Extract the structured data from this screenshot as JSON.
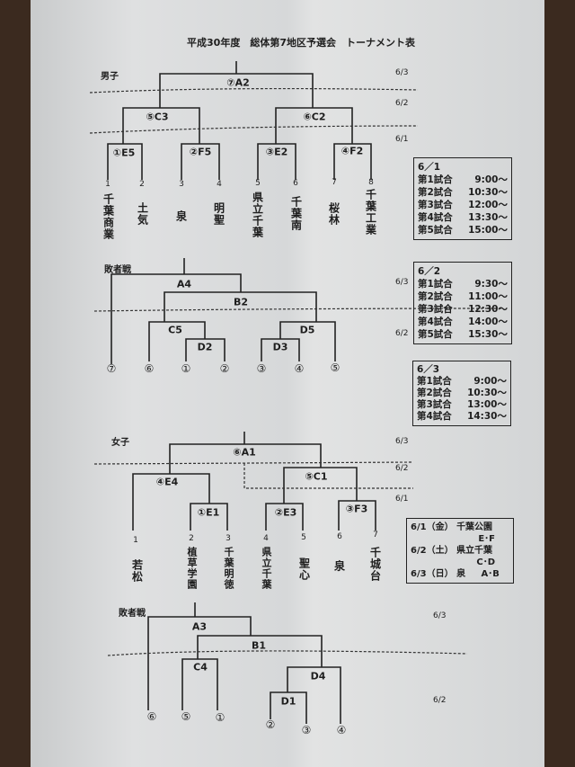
{
  "title": "平成30年度　総体第7地区予選会　トーナメント表",
  "boys": {
    "label": "男子",
    "dates": [
      "6/3",
      "6/2",
      "6/1"
    ],
    "matches": {
      "final": "⑦A2",
      "semi_left": "⑤C3",
      "semi_right": "⑥C2",
      "q1": "①E5",
      "q2": "②F5",
      "q3": "③E2",
      "q4": "④F2"
    },
    "teams": [
      {
        "no": "1",
        "name": "千葉商業"
      },
      {
        "no": "2",
        "name": "土気"
      },
      {
        "no": "3",
        "name": "泉"
      },
      {
        "no": "4",
        "name": "明聖"
      },
      {
        "no": "5",
        "name": "県立千葉"
      },
      {
        "no": "6",
        "name": "千葉南"
      },
      {
        "no": "7",
        "name": "桜林"
      },
      {
        "no": "8",
        "name": "千葉工業"
      }
    ],
    "consolation": {
      "label": "敗者戦",
      "dates": [
        "6/3",
        "6/2"
      ],
      "matches": {
        "a": "A4",
        "b": "B2",
        "c": "C5",
        "d2": "D2",
        "d3": "D3",
        "d5": "D5"
      },
      "entries": [
        "⑦",
        "⑥",
        "①",
        "②",
        "③",
        "④",
        "⑤"
      ]
    }
  },
  "schedules": [
    {
      "date": "6／1",
      "games": [
        {
          "label": "第1試合",
          "time": "9:00～"
        },
        {
          "label": "第2試合",
          "time": "10:30～"
        },
        {
          "label": "第3試合",
          "time": "12:00～"
        },
        {
          "label": "第4試合",
          "time": "13:30～"
        },
        {
          "label": "第5試合",
          "time": "15:00～"
        }
      ]
    },
    {
      "date": "6／2",
      "games": [
        {
          "label": "第1試合",
          "time": "9:30～"
        },
        {
          "label": "第2試合",
          "time": "11:00～"
        },
        {
          "label": "第3試合",
          "time": "12:30～"
        },
        {
          "label": "第4試合",
          "time": "14:00～"
        },
        {
          "label": "第5試合",
          "time": "15:30～"
        }
      ]
    },
    {
      "date": "6／3",
      "games": [
        {
          "label": "第1試合",
          "time": "9:00～"
        },
        {
          "label": "第2試合",
          "time": "10:30～"
        },
        {
          "label": "第3試合",
          "time": "13:00～"
        },
        {
          "label": "第4試合",
          "time": "14:30～"
        }
      ]
    }
  ],
  "girls": {
    "label": "女子",
    "dates": [
      "6/3",
      "6/2",
      "6/1"
    ],
    "matches": {
      "final": "⑥A1",
      "e4": "④E4",
      "c1": "⑤C1",
      "e1": "①E1",
      "e3": "②E3",
      "f3": "③F3"
    },
    "teams": [
      {
        "no": "1",
        "name": "若松"
      },
      {
        "no": "2",
        "name": "植草学園"
      },
      {
        "no": "3",
        "name": "千葉明徳"
      },
      {
        "no": "4",
        "name": "県立千葉"
      },
      {
        "no": "5",
        "name": "聖心"
      },
      {
        "no": "6",
        "name": "泉"
      },
      {
        "no": "7",
        "name": "千城台"
      }
    ],
    "consolation": {
      "label": "敗者戦",
      "dates": [
        "6/3",
        "6/2"
      ],
      "matches": {
        "a": "A3",
        "b": "B1",
        "c": "C4",
        "d4": "D4",
        "d1": "D1"
      },
      "entries": [
        "⑥",
        "⑤",
        "①",
        "②",
        "③",
        "④"
      ]
    }
  },
  "venues": [
    {
      "date": "6/1（金）",
      "venue": "千葉公園",
      "matches": "E･F"
    },
    {
      "date": "6/2（土）",
      "venue": "県立千葉",
      "matches": "C･D"
    },
    {
      "date": "6/3（日）",
      "venue": "泉",
      "matches": "A･B"
    }
  ]
}
